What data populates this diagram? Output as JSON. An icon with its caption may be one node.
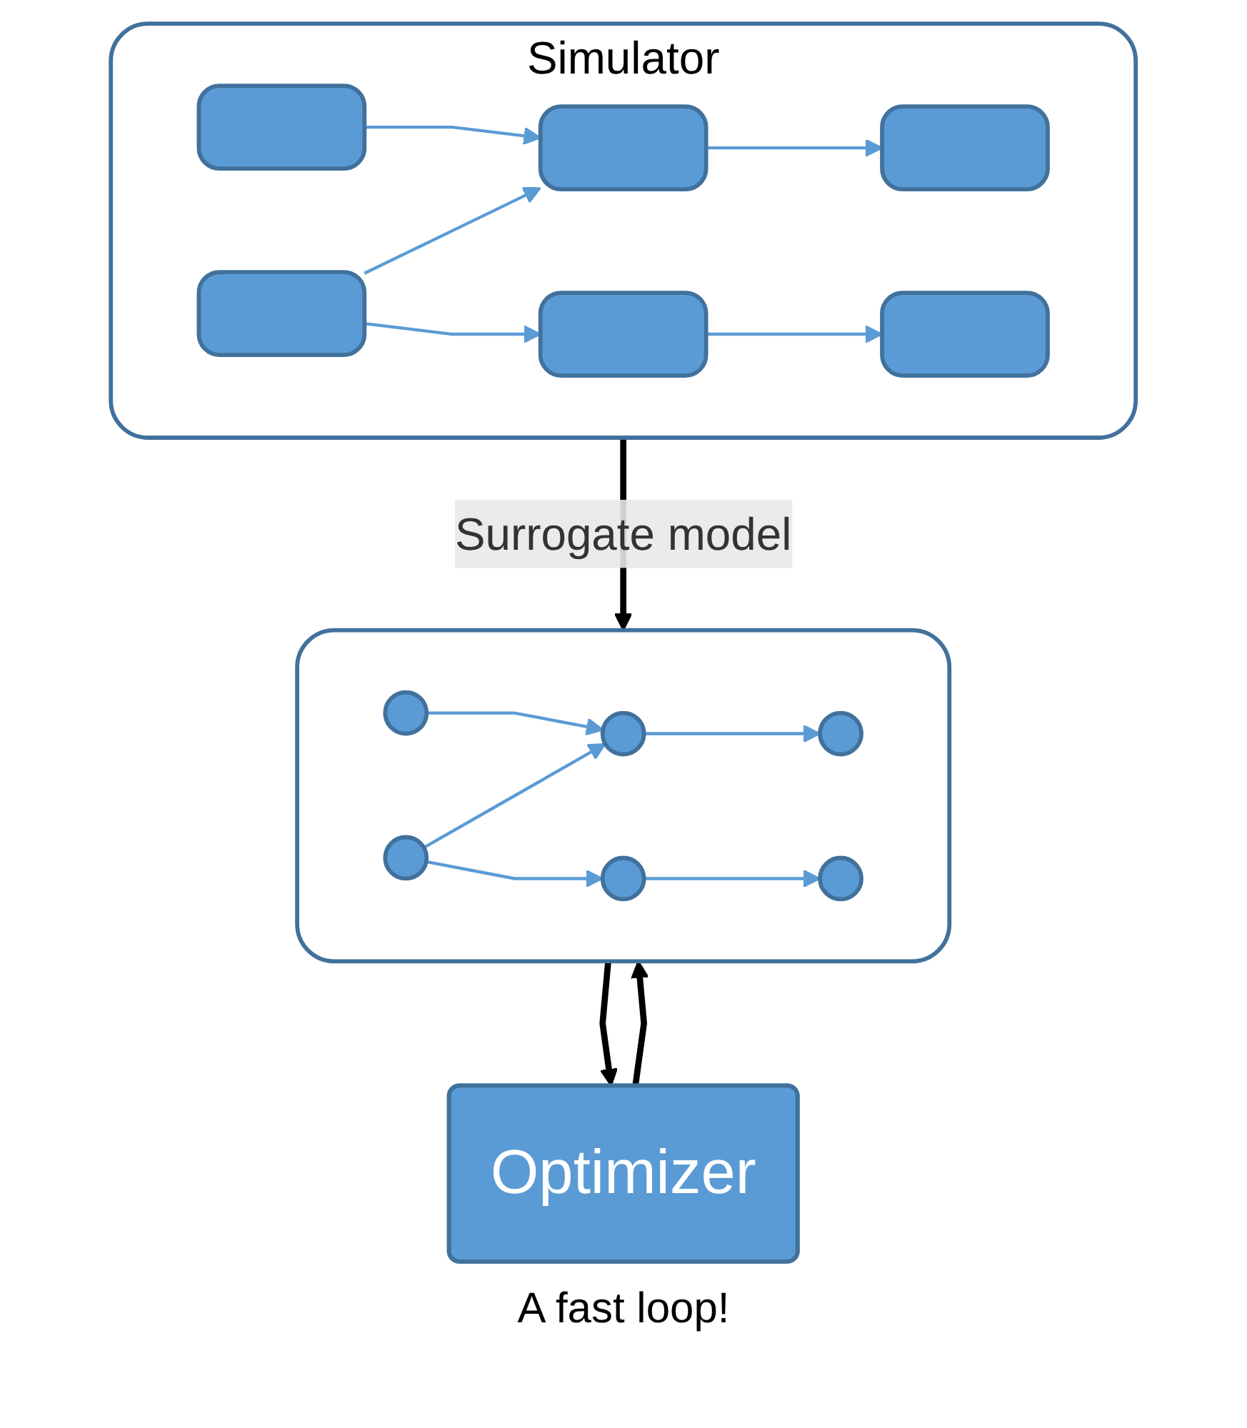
{
  "diagram": {
    "nodes": [
      {
        "text": [
          "Simulator"
        ]
      },
      {
        "text": [],
        "shape": "box",
        "in": 0
      },
      {
        "text": [],
        "shape": "box",
        "in": 0
      },
      {
        "text": [],
        "shape": "box",
        "in": 0
      },
      {
        "text": [],
        "shape": "box",
        "in": 0
      },
      {
        "text": [],
        "shape": "box",
        "in": 0
      },
      {
        "text": [],
        "shape": "box",
        "in": 0
      },
      {
        "text": [],
        "shape": "box"
      },
      {
        "text": [],
        "shape": "circle",
        "in": 7
      },
      {
        "text": [],
        "shape": "circle",
        "in": 7
      },
      {
        "text": [],
        "shape": "circle",
        "in": 7
      },
      {
        "text": [],
        "shape": "circle",
        "in": 7
      },
      {
        "text": [],
        "shape": "circle",
        "in": 7
      },
      {
        "text": [],
        "shape": "circle",
        "in": 7
      },
      {
        "text": [
          "Optimizer"
        ]
      }
    ],
    "edges": [
      {
        "from": 1,
        "to": 2,
        "arrow": "to"
      },
      {
        "from": 2,
        "to": 3,
        "arrow": "to"
      },
      {
        "from": 4,
        "to": 2,
        "arrow": "to"
      },
      {
        "from": 4,
        "to": 5,
        "arrow": "to"
      },
      {
        "from": 5,
        "to": 6,
        "arrow": "to"
      },
      {
        "from": 0,
        "to": 7,
        "arrow": "to",
        "label": "Surrogate model",
        "style": "thick",
        "color": "#000000"
      },
      {
        "from": 8,
        "to": 9,
        "arrow": "to"
      },
      {
        "from": 9,
        "to": 10,
        "arrow": "to"
      },
      {
        "from": 11,
        "to": 9,
        "arrow": "to"
      },
      {
        "from": 11,
        "to": 12,
        "arrow": "to"
      },
      {
        "from": 12,
        "to": 13,
        "arrow": "to"
      },
      {
        "from": 7,
        "to": 14,
        "arrow": "to",
        "style": "thick",
        "color": "#000000"
      },
      {
        "from": 14,
        "to": 7,
        "arrow": "to",
        "style": "thick",
        "color": "#000000"
      }
    ],
    "labels": [
      "A fast loop!"
    ]
  }
}
